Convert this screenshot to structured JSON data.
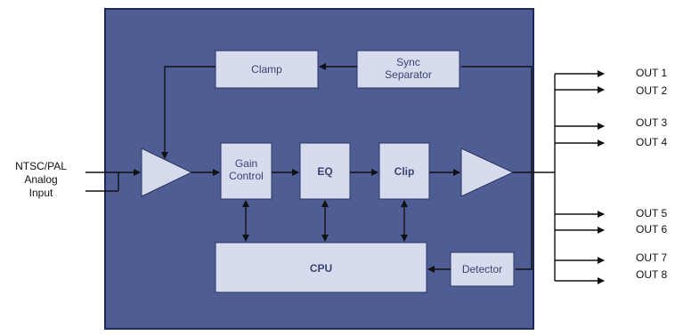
{
  "diagram": {
    "input_label": [
      "NTSC/PAL",
      "Analog",
      "Input"
    ],
    "blocks": {
      "clamp": "Clamp",
      "sync_separator": [
        "Sync",
        "Separator"
      ],
      "gain_control": [
        "Gain",
        "Control"
      ],
      "eq": "EQ",
      "clip": "Clip",
      "cpu": "CPU",
      "detector": "Detector"
    },
    "outputs": [
      "OUT 1",
      "OUT 2",
      "OUT 3",
      "OUT 4",
      "OUT 5",
      "OUT 6",
      "OUT 7",
      "OUT 8"
    ],
    "colors": {
      "panel": "#4f5d95",
      "block": "#d7dbee",
      "line": "#111111"
    }
  }
}
